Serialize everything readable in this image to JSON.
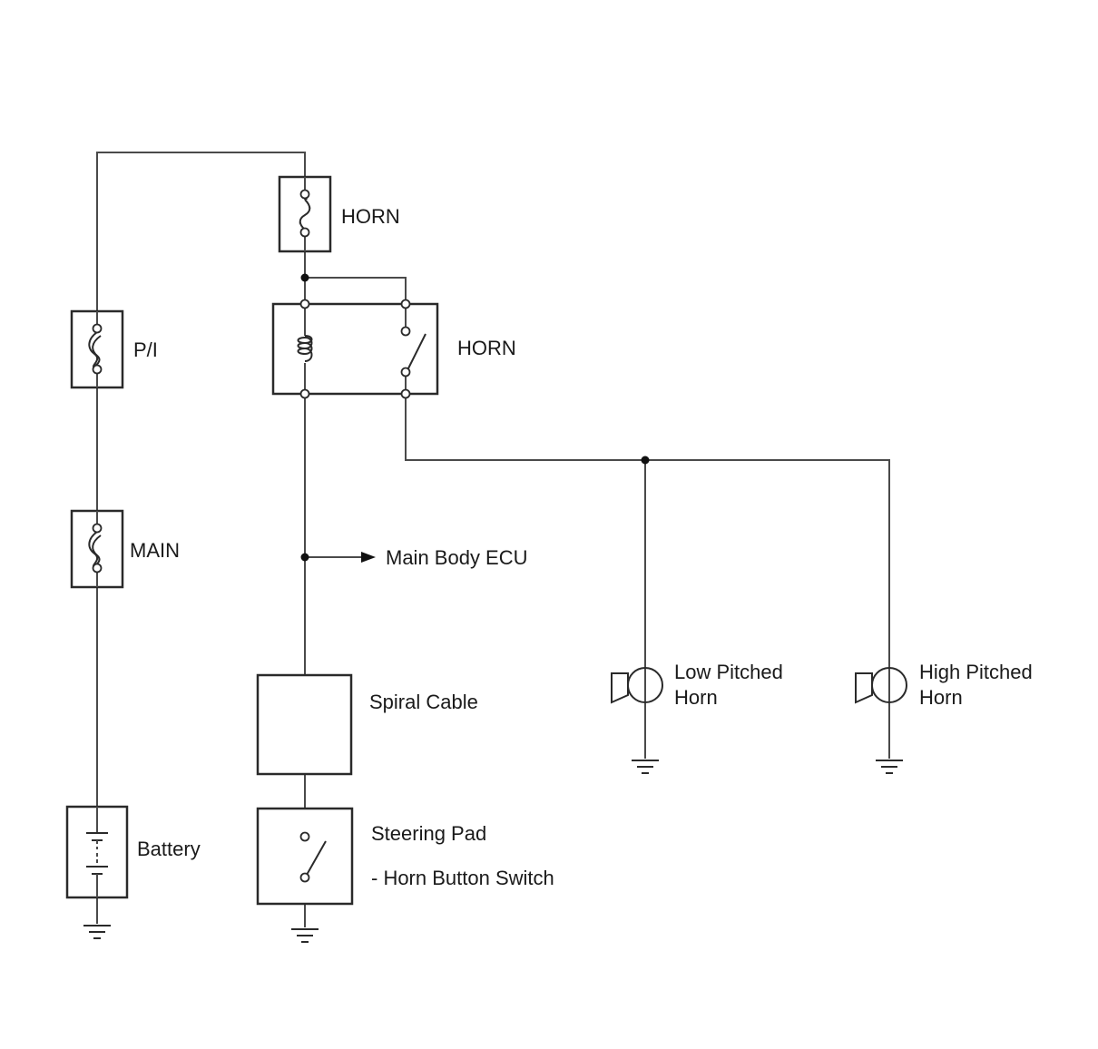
{
  "labels": {
    "horn_fuse": "HORN",
    "pi_fuse": "P/I",
    "main_fuse": "MAIN",
    "horn_relay": "HORN",
    "main_body_ecu": "Main Body ECU",
    "spiral_cable": "Spiral Cable",
    "battery": "Battery",
    "steering_pad_line1": "Steering Pad",
    "steering_pad_line2": "- Horn Button Switch",
    "low_horn_line1": "Low Pitched",
    "low_horn_line2": "Horn",
    "high_horn_line1": "High Pitched",
    "high_horn_line2": "Horn"
  }
}
